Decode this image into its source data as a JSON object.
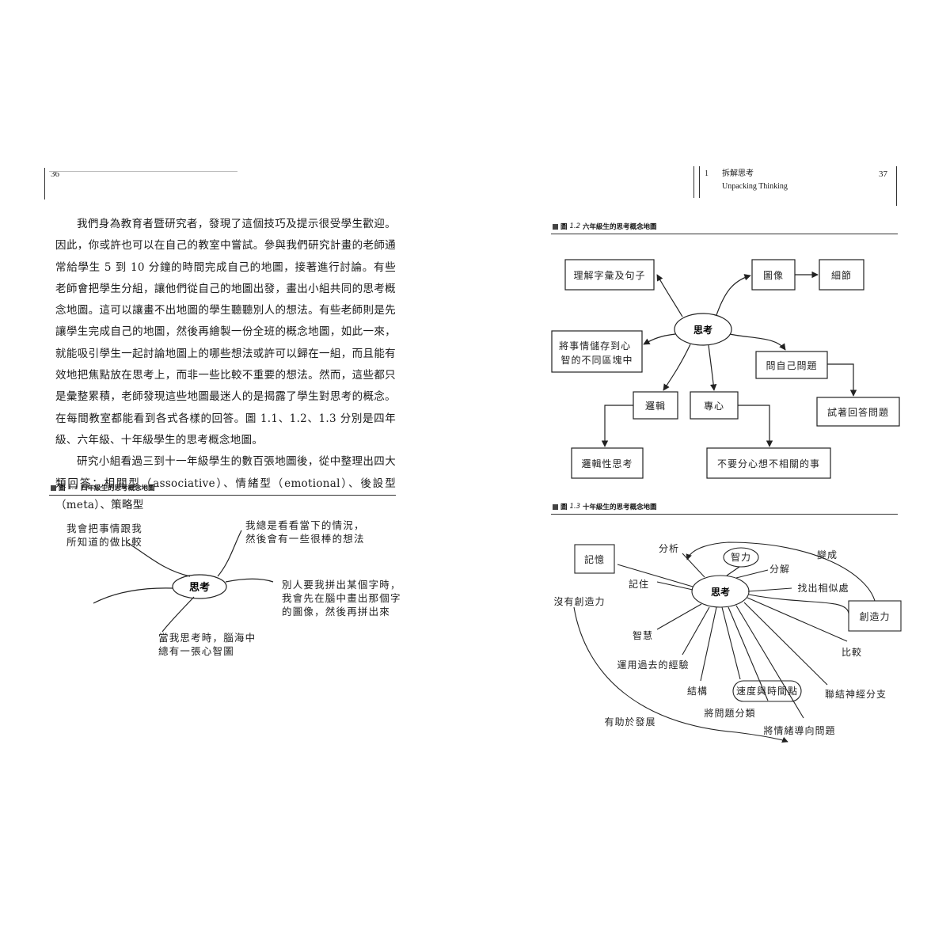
{
  "left_page": {
    "page_number": "36",
    "paragraphs": [
      "我們身為教育者暨研究者，發現了這個技巧及提示很受學生歡迎。因此，你或許也可以在自己的教室中嘗試。參與我們研究計畫的老師通常給學生 5 到 10 分鐘的時間完成自己的地圖，接著進行討論。有些老師會把學生分組，讓他們從自己的地圖出發，畫出小組共同的思考概念地圖。這可以讓畫不出地圖的學生聽聽別人的想法。有些老師則是先讓學生完成自己的地圖，然後再繪製一份全班的概念地圖，如此一來，就能吸引學生一起討論地圖上的哪些想法或許可以歸在一組，而且能有效地把焦點放在思考上，而非一些比較不重要的想法。然而，這些都只是彙整累積，老師發現這些地圖最迷人的是揭露了學生對思考的概念。在每間教室都能看到各式各樣的回答。圖 1.1、1.2、1.3 分別是四年級、六年級、十年級學生的思考概念地圖。",
      "研究小組看過三到十一年級學生的數百張地圖後，從中整理出四大類回答：相關型（associative）、情緒型（emotional）、後設型（meta）、策略型"
    ],
    "figure": {
      "number": "1.1",
      "title": "四年級生的思考概念地圖",
      "center": "思考",
      "notes": [
        "我會把事情跟我\n所知道的做比較",
        "我總是看看當下的情況，\n然後會有一些很棒的想法",
        "別人要我拼出某個字時，\n我會先在腦中畫出那個字\n的圖像，然後再拼出來",
        "當我思考時，腦海中\n總有一張心智圖"
      ]
    }
  },
  "right_page": {
    "page_number": "37",
    "chapter_number": "1",
    "chapter_title_zh": "拆解思考",
    "chapter_title_en": "Unpacking Thinking",
    "figure_a": {
      "number": "1.2",
      "title": "六年級生的思考概念地圖",
      "center": "思考",
      "nodes": {
        "understand": "理解字彙及句子",
        "image": "圖像",
        "detail": "細節",
        "store": "將事情儲存到心\n智的不同區塊中",
        "ask": "問自己問題",
        "answer": "試著回答問題",
        "logic": "邏輯",
        "focus": "專心",
        "logical_thinking": "邏輯性思考",
        "no_distract": "不要分心想不相關的事"
      }
    },
    "figure_b": {
      "number": "1.3",
      "title": "十年級生的思考概念地圖",
      "center": "思考",
      "labels": {
        "memory": "記憶",
        "analyze": "分析",
        "intellect": "智力",
        "change": "變成",
        "decompose": "分解",
        "find_similar": "找出相似處",
        "remember": "記住",
        "no_creativity": "沒有創造力",
        "creativity": "創造力",
        "wisdom": "智慧",
        "compare": "比較",
        "use_past": "運用過去的經驗",
        "structure": "結構",
        "speed": "速度與時間點",
        "nerve": "聯結神經分支",
        "classify": "將問題分類",
        "emotion": "將情緒導向問題",
        "development": "有助於發展"
      }
    }
  }
}
